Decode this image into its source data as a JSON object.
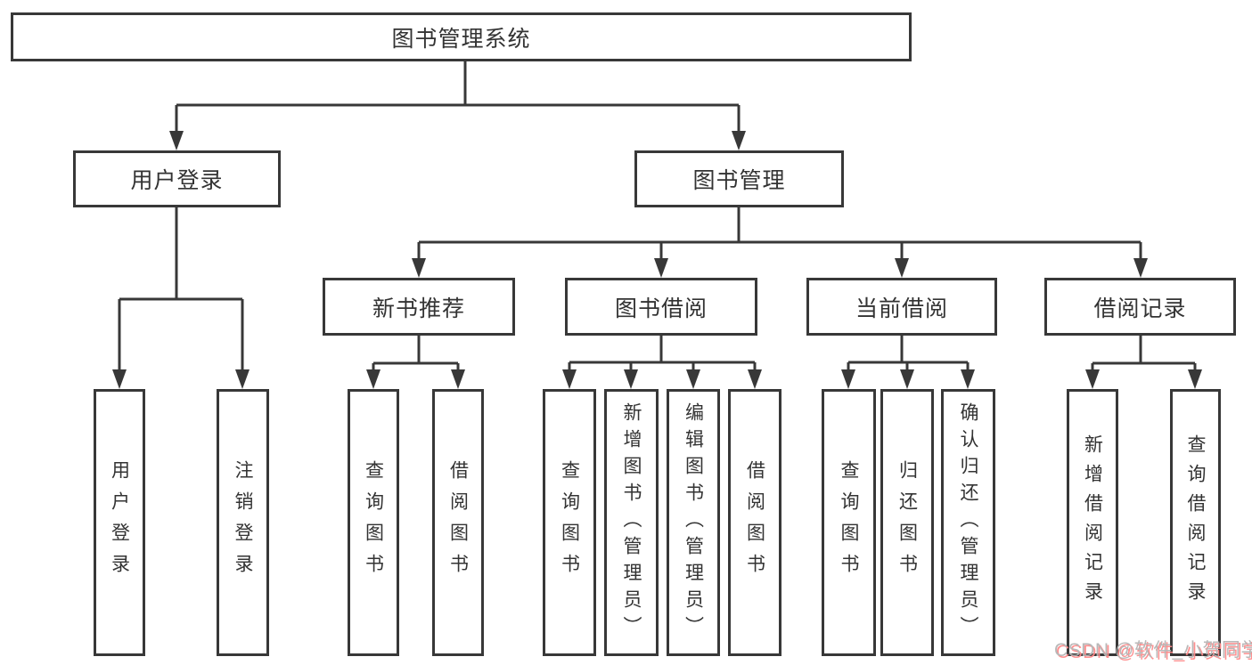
{
  "diagram": {
    "root": {
      "label": "图书管理系统"
    },
    "branches": [
      {
        "label": "用户登录",
        "children": [
          "用户登录",
          "注销登录"
        ]
      },
      {
        "label": "图书管理",
        "children": [
          {
            "label": "新书推荐",
            "children": [
              "查询图书",
              "借阅图书"
            ]
          },
          {
            "label": "图书借阅",
            "children": [
              "查询图书",
              "新增图书（管理员）",
              "编辑图书（管理员）",
              "借阅图书"
            ]
          },
          {
            "label": "当前借阅",
            "children": [
              "查询图书",
              "归还图书",
              "确认归还（管理员）"
            ]
          },
          {
            "label": "借阅记录",
            "children": [
              "新增借阅记录",
              "查询借阅记录"
            ]
          }
        ]
      }
    ]
  },
  "watermark": {
    "text": "CSDN @软件_小贺同学"
  },
  "colors": {
    "line": "#383838",
    "text": "#333333",
    "background": "#ffffff",
    "watermark": "#b5b5b5",
    "watermark_shadow": "#ff8a8a"
  }
}
